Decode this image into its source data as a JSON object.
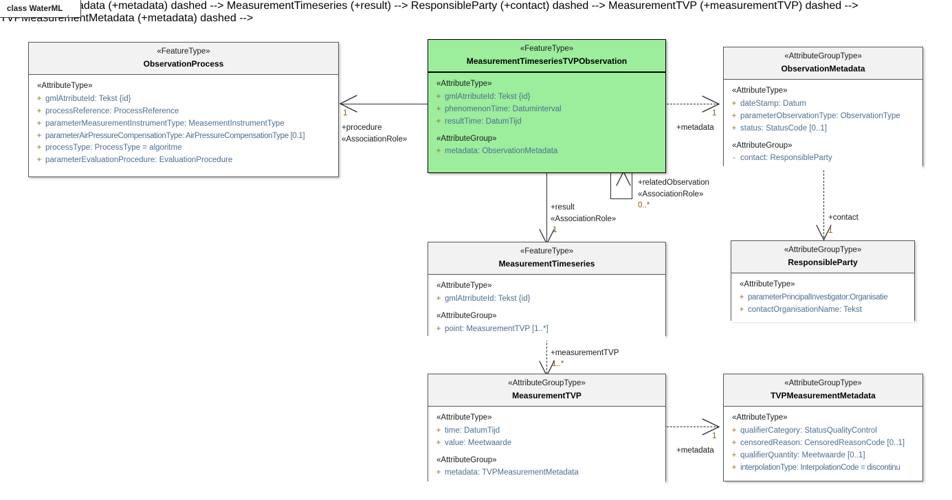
{
  "diagram": {
    "frame_label": "class WaterML",
    "accent_green": "#9ced9c",
    "attr_text_color": "#4e6f90",
    "visibility_color": "#9a6a22",
    "multiplicity_color": "#8a5a10"
  },
  "classes": {
    "observation_process": {
      "stereotype": "«FeatureType»",
      "name": "ObservationProcess",
      "groups": [
        {
          "label": "«AttributeType»",
          "attributes": [
            {
              "vis": "+",
              "text": "gmlAtrributeId: Tekst {id}"
            },
            {
              "vis": "+",
              "text": "processReference: ProcessReference"
            },
            {
              "vis": "+",
              "text": "parameterMeasurementInstrumentType: MeasementInstrumentType"
            },
            {
              "vis": "+",
              "text": "parameterAirPressureCompensationType: AirPressureCompensationType [0.1]"
            },
            {
              "vis": "+",
              "text": "processType: ProcessType = algoritme"
            },
            {
              "vis": "+",
              "text": "parameterEvaluationProcedure: EvaluationProcedure"
            }
          ]
        }
      ]
    },
    "mts_tvp_observation": {
      "stereotype": "«FeatureType»",
      "name": "MeasurementTimeseriesTVPObservation",
      "groups": [
        {
          "label": "«AttributeType»",
          "attributes": [
            {
              "vis": "+",
              "text": "gmlAtrributeId: Tekst {id}"
            },
            {
              "vis": "+",
              "text": "phenomenonTime: Datuminterval"
            },
            {
              "vis": "+",
              "text": "resultTime: DatumTijd"
            }
          ]
        },
        {
          "label": "«AttributeGroup»",
          "attributes": [
            {
              "vis": "+",
              "text": "metadata: ObservationMetadata"
            }
          ]
        }
      ]
    },
    "observation_metadata": {
      "stereotype": "«AttributeGroupType»",
      "name": "ObservationMetadata",
      "groups": [
        {
          "label": "«AttributeType»",
          "attributes": [
            {
              "vis": "+",
              "text": "dateStamp: Datum"
            },
            {
              "vis": "+",
              "text": "parameterObservationType: ObservationType"
            },
            {
              "vis": "+",
              "text": "status: StatusCode [0..1]"
            }
          ]
        },
        {
          "label": "«AttributeGroup»",
          "attributes": [
            {
              "vis": "-",
              "text": "contact: ResponsibleParty"
            }
          ]
        }
      ]
    },
    "measurement_timeseries": {
      "stereotype": "«FeatureType»",
      "name": "MeasurementTimeseries",
      "groups": [
        {
          "label": "«AttributeType»",
          "attributes": [
            {
              "vis": "+",
              "text": "gmlAtrributeId: Tekst {id}"
            }
          ]
        },
        {
          "label": "«AttributeGroup»",
          "attributes": [
            {
              "vis": "+",
              "text": "point: MeasurementTVP [1..*]"
            }
          ]
        }
      ]
    },
    "responsible_party": {
      "stereotype": "«AttributeGroupType»",
      "name": "ResponsibleParty",
      "groups": [
        {
          "label": "«AttributeType»",
          "attributes": [
            {
              "vis": "+",
              "text": "parameterPrincipalInvestigator:Organisatie"
            },
            {
              "vis": "+",
              "text": "contactOrganisationName: Tekst"
            }
          ]
        }
      ]
    },
    "measurement_tvp": {
      "stereotype": "«AttributeGroupType»",
      "name": "MeasurementTVP",
      "groups": [
        {
          "label": "«AttributeType»",
          "attributes": [
            {
              "vis": "+",
              "text": "time: DatumTijd"
            },
            {
              "vis": "+",
              "text": "value: Meetwaarde"
            }
          ]
        },
        {
          "label": "«AttributeGroup»",
          "attributes": [
            {
              "vis": "+",
              "text": "metadata: TVPMeasurementMetadata"
            }
          ]
        }
      ]
    },
    "tvp_measurement_metadata": {
      "stereotype": "«AttributeGroupType»",
      "name": "TVPMeasurementMetadata",
      "groups": [
        {
          "label": "«AttributeType»",
          "attributes": [
            {
              "vis": "+",
              "text": "qualifierCategory: StatusQualityControl"
            },
            {
              "vis": "+",
              "text": "censoredReason: CensoredReasonCode [0..1]"
            },
            {
              "vis": "+",
              "text": "qualifierQuantity: Meetwaarde [0..1]"
            },
            {
              "vis": "+",
              "text": "interpolationType: InterpolationCode = discontinu"
            }
          ]
        }
      ]
    }
  },
  "connectors": {
    "procedure": {
      "role": "+procedure",
      "stereotype": "«AssociationRole»",
      "multiplicity": "1"
    },
    "metadata_observation": {
      "role": "+metadata",
      "multiplicity": "1"
    },
    "related_observation": {
      "role": "+relatedObservation",
      "stereotype": "«AssociationRole»",
      "multiplicity": "0..*"
    },
    "result": {
      "role": "+result",
      "stereotype": "«AssociationRole»",
      "multiplicity": "1"
    },
    "contact": {
      "role": "+contact",
      "multiplicity": "1"
    },
    "measurement_tvp": {
      "role": "+measurementTVP",
      "multiplicity": "1..*"
    },
    "metadata_tvp": {
      "role": "+metadata",
      "multiplicity": "1"
    }
  }
}
